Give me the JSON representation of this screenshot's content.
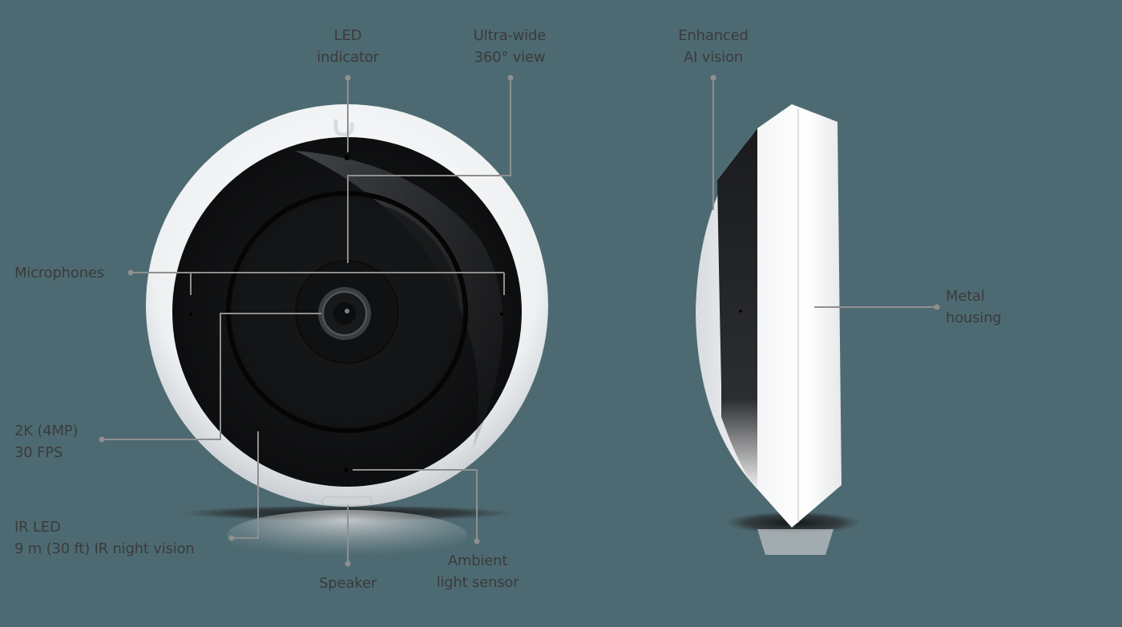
{
  "diagram": {
    "subject": "360-degree fisheye security camera, front and side views",
    "colors": {
      "background": "#4d6a72",
      "text": "#3b3b3b",
      "callout_line": "#8f8f8f",
      "housing": "#eef0f2",
      "lens_face": "#151617"
    },
    "views": [
      {
        "name": "front-view"
      },
      {
        "name": "side-view"
      }
    ],
    "callouts": [
      {
        "id": "led",
        "lines": [
          "LED",
          "indicator"
        ]
      },
      {
        "id": "ultrawide",
        "lines": [
          "Ultra-wide",
          "360° view"
        ]
      },
      {
        "id": "ai",
        "lines": [
          "Enhanced",
          "AI vision"
        ]
      },
      {
        "id": "mic",
        "lines": [
          "Microphones"
        ]
      },
      {
        "id": "res",
        "lines": [
          "2K (4MP)",
          "30 FPS"
        ]
      },
      {
        "id": "ir",
        "lines": [
          "IR LED",
          "9 m (30 ft) IR night vision"
        ]
      },
      {
        "id": "speaker",
        "lines": [
          "Speaker"
        ]
      },
      {
        "id": "ambient",
        "lines": [
          "Ambient",
          "light sensor"
        ]
      },
      {
        "id": "metal",
        "lines": [
          "Metal",
          "housing"
        ]
      }
    ]
  }
}
